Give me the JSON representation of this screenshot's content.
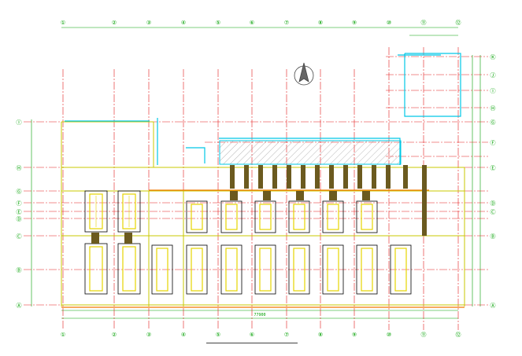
{
  "drawing": {
    "title": "",
    "subtitle": "",
    "colors": {
      "grid_axis": "#e31a1c",
      "dimension": "#00a000",
      "beam": "#b8b800",
      "beam_outline": "#e6d400",
      "pile_cap": "#000000",
      "column": "#6b5a1f",
      "pipe": "#00c8e6",
      "hatch": "#8a8a8a"
    },
    "top_axes": [
      "①",
      "②",
      "③",
      "④",
      "⑤",
      "⑥",
      "⑦",
      "⑧",
      "⑨",
      "⑩",
      "⑪",
      "⑫"
    ],
    "right_axes": [
      "Ⓐ",
      "Ⓑ",
      "Ⓒ",
      "Ⓓ",
      "Ⓔ",
      "Ⓕ",
      "Ⓖ",
      "Ⓗ",
      "Ⓘ",
      "Ⓙ",
      "Ⓚ"
    ],
    "left_axes": [
      "Ⓐ",
      "Ⓑ",
      "Ⓒ",
      "Ⓓ",
      "Ⓔ",
      "Ⓕ",
      "Ⓖ",
      "Ⓗ",
      "Ⓘ"
    ],
    "overall_dimension": "77900"
  }
}
